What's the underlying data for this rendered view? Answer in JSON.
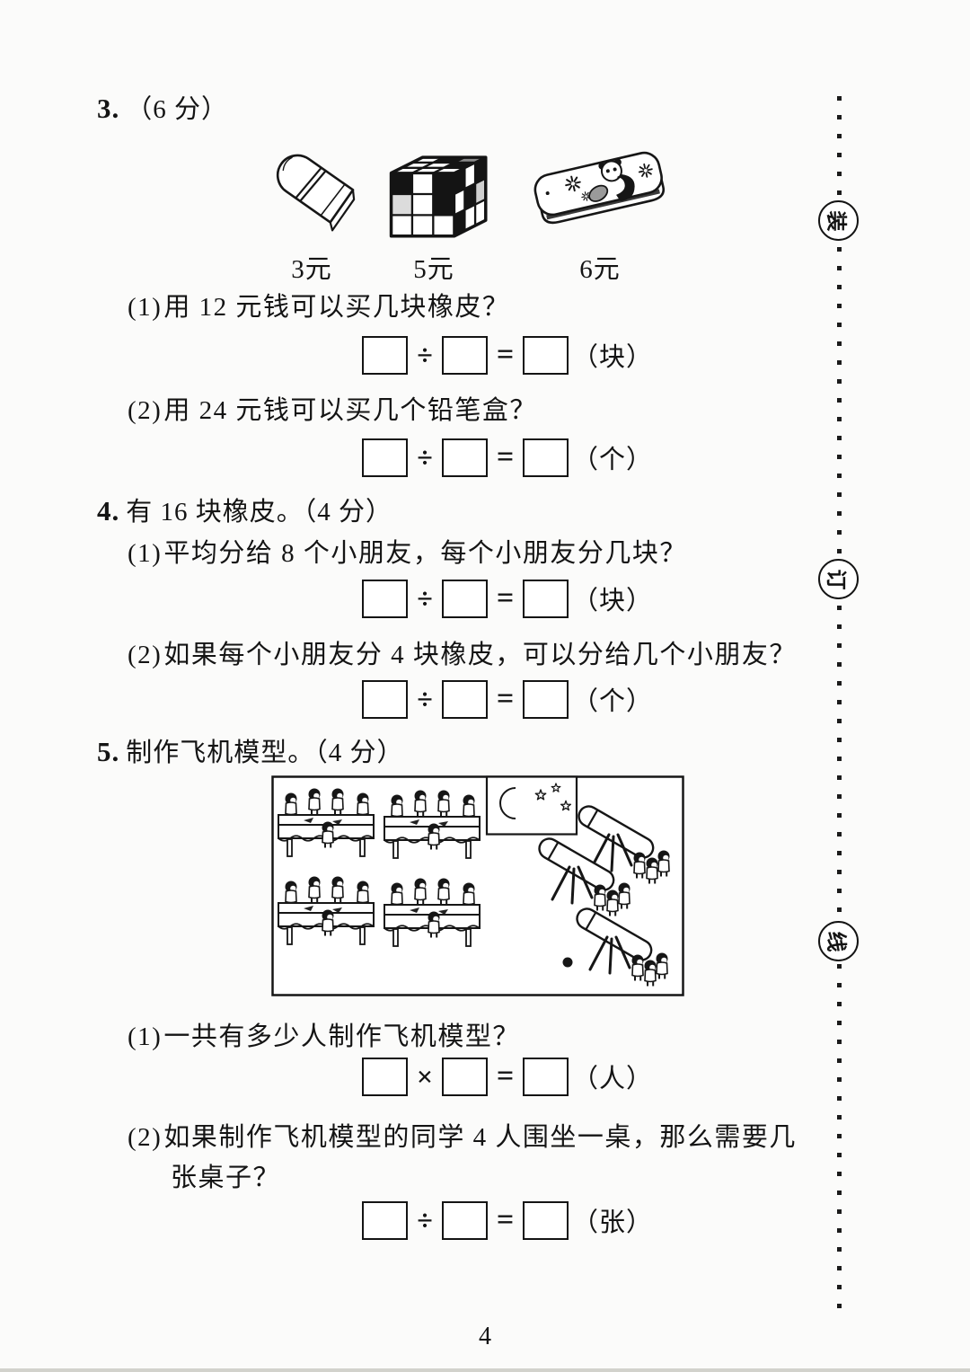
{
  "page_number": "4",
  "binding_line": {
    "labels": [
      "装",
      "订",
      "线"
    ]
  },
  "questions": {
    "q3": {
      "num": "3.",
      "points": "（6 分）",
      "prices": [
        "3元",
        "5元",
        "6元"
      ],
      "items": [
        "eraser",
        "rubiks-cube",
        "pencil-case"
      ],
      "subs": [
        {
          "label": "(1)",
          "text": "用 12 元钱可以买几块橡皮？",
          "op": "÷",
          "eq": "=",
          "unit": "（块）"
        },
        {
          "label": "(2)",
          "text": "用 24 元钱可以买几个铅笔盒？",
          "op": "÷",
          "eq": "=",
          "unit": "（个）"
        }
      ]
    },
    "q4": {
      "num": "4.",
      "title": "有 16 块橡皮。（4 分）",
      "subs": [
        {
          "label": "(1)",
          "text": "平均分给 8 个小朋友，每个小朋友分几块？",
          "op": "÷",
          "eq": "=",
          "unit": "（块）"
        },
        {
          "label": "(2)",
          "text": "如果每个小朋友分 4 块橡皮，可以分给几个小朋友？",
          "op": "÷",
          "eq": "=",
          "unit": "（个）"
        }
      ]
    },
    "q5": {
      "num": "5.",
      "title": "制作飞机模型。（4 分）",
      "figure": {
        "tables": 4,
        "kids_per_table": 5,
        "telescope_groups": 3
      },
      "subs": [
        {
          "label": "(1)",
          "text": "一共有多少人制作飞机模型？",
          "op": "×",
          "eq": "=",
          "unit": "（人）"
        },
        {
          "label": "(2)",
          "text": "如果制作飞机模型的同学 4 人围坐一桌，那么需要几",
          "text2": "张桌子？",
          "op": "÷",
          "eq": "=",
          "unit": "（张）"
        }
      ]
    }
  }
}
